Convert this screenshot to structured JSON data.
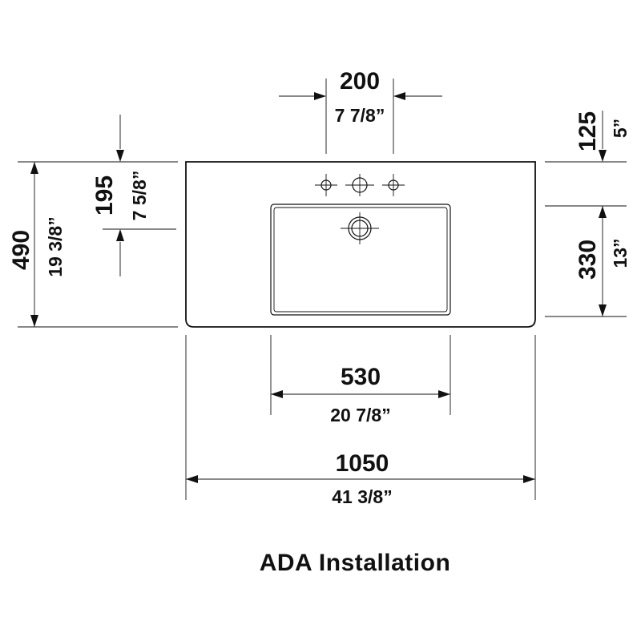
{
  "caption": "ADA Installation",
  "dimensions": {
    "faucet_spacing": {
      "mm": "200",
      "in": "7 7/8”"
    },
    "top_to_front": {
      "mm": "125",
      "in": "5”"
    },
    "bowl_offset": {
      "mm": "195",
      "in": "7 5/8”"
    },
    "overall_depth": {
      "mm": "490",
      "in": "19 3/8”"
    },
    "bowl_depth": {
      "mm": "330",
      "in": "13”"
    },
    "bowl_width": {
      "mm": "530",
      "in": "20 7/8”"
    },
    "overall_width": {
      "mm": "1050",
      "in": "41 3/8”"
    }
  },
  "colors": {
    "ink": "#111111",
    "background": "#ffffff"
  }
}
